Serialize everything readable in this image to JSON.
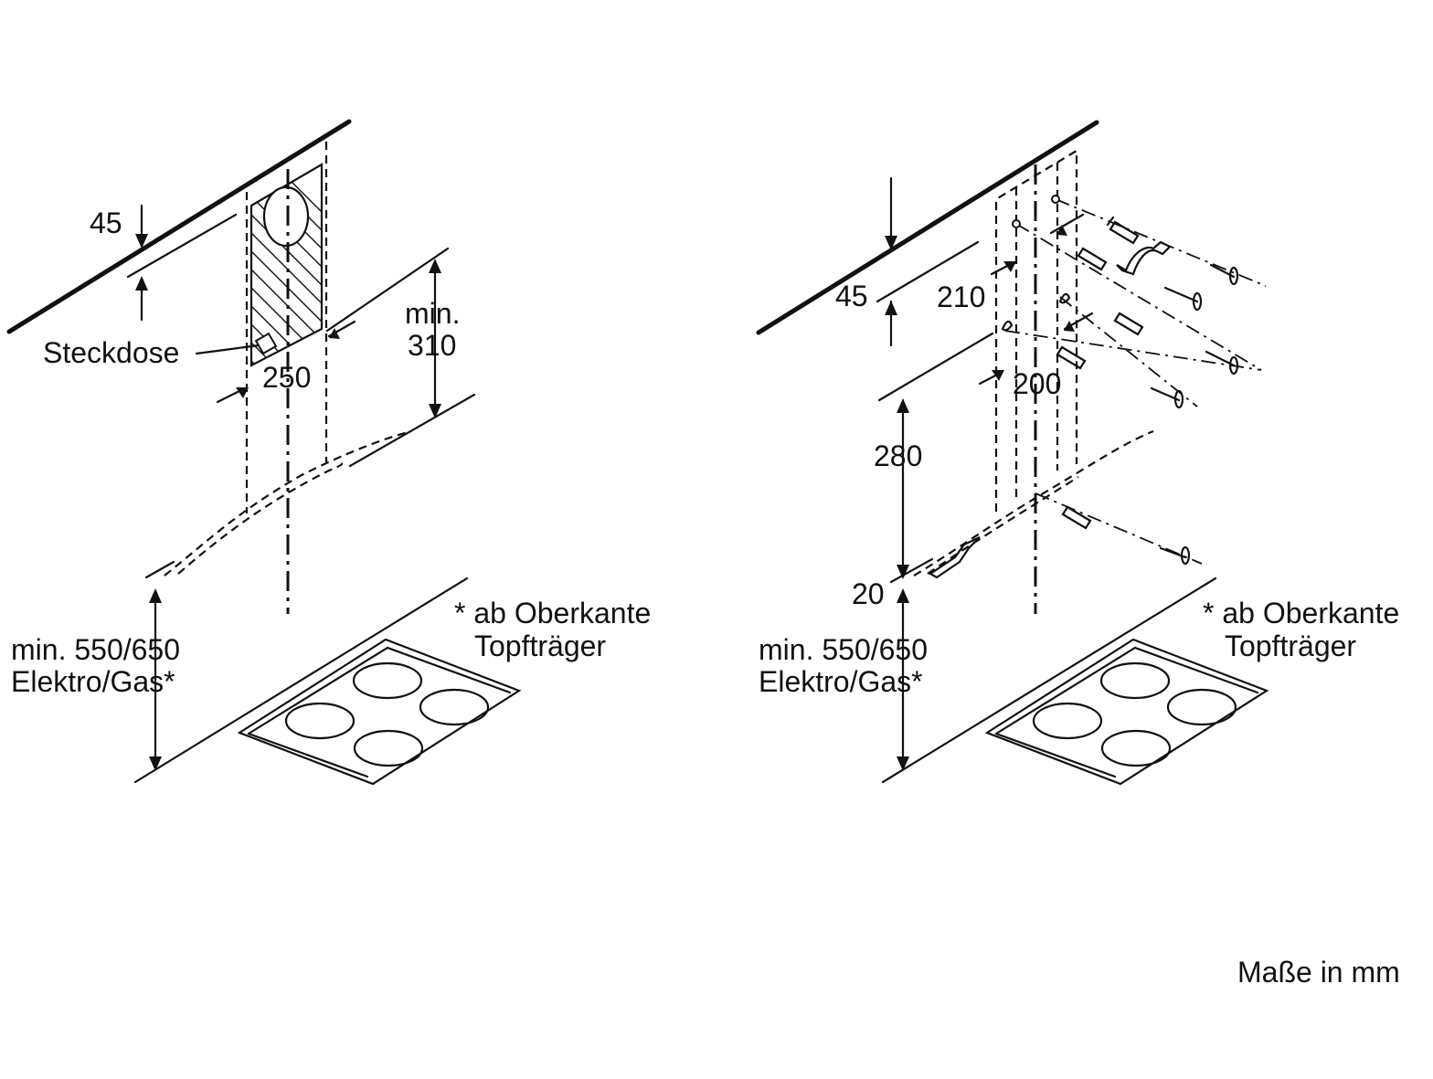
{
  "left": {
    "dim_45": "45",
    "steckdose": "Steckdose",
    "dim_250": "250",
    "dim_min_310_line1": "min.",
    "dim_min_310_line2": "310",
    "note_line1": "* ab Oberkante",
    "note_line2": "Topfträger",
    "height_line1": "min. 550/650",
    "height_line2": "Elektro/Gas*"
  },
  "right": {
    "dim_45": "45",
    "dim_210": "210",
    "dim_200": "200",
    "dim_280": "280",
    "dim_20": "20",
    "note_line1": "* ab Oberkante",
    "note_line2": "Topfträger",
    "height_line1": "min. 550/650",
    "height_line2": "Elektro/Gas*"
  },
  "footer": {
    "units": "Maße in mm"
  }
}
